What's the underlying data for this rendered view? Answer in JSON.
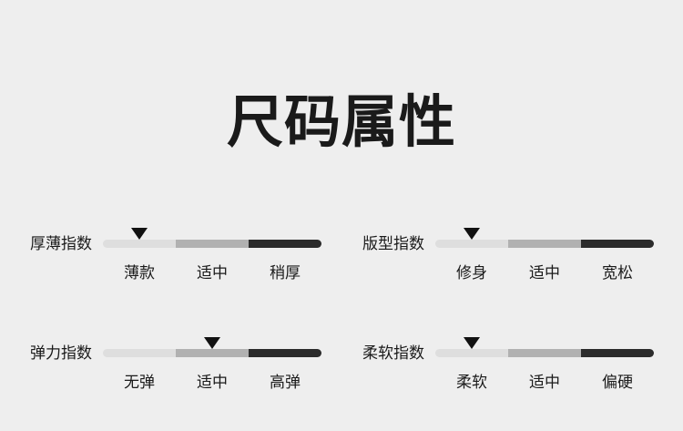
{
  "title": "尺码属性",
  "colors": {
    "background": "#eeeeee",
    "text": "#1a1a1a",
    "segment_light": "#dedede",
    "segment_medium": "#b1b1b1",
    "segment_dark": "#2b2b2b",
    "marker": "#111111"
  },
  "indices": [
    {
      "label": "厚薄指数",
      "options": [
        "薄款",
        "适中",
        "稍厚"
      ],
      "selected": 0,
      "selected_label": "薄款"
    },
    {
      "label": "版型指数",
      "options": [
        "修身",
        "适中",
        "宽松"
      ],
      "selected": 0,
      "selected_label": "修身"
    },
    {
      "label": "弹力指数",
      "options": [
        "无弹",
        "适中",
        "高弹"
      ],
      "selected": 1,
      "selected_label": "适中"
    },
    {
      "label": "柔软指数",
      "options": [
        "柔软",
        "适中",
        "偏硬"
      ],
      "selected": 0,
      "selected_label": "柔软"
    }
  ]
}
